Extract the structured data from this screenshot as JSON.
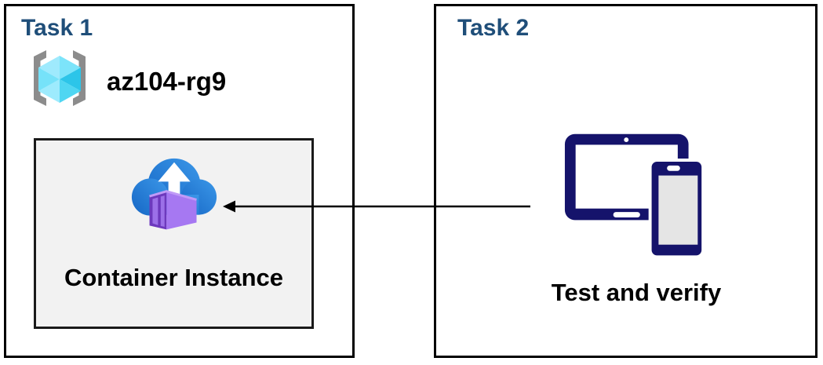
{
  "diagram": {
    "task1": {
      "title": "Task 1",
      "resource_group": {
        "icon": "resource-group-icon",
        "name": "az104-rg9"
      },
      "container_box": {
        "icon": "container-instance-icon",
        "label": "Container Instance"
      }
    },
    "task2": {
      "title": "Task 2",
      "devices": {
        "icon": "devices-icon",
        "label": "Test and verify"
      }
    },
    "arrow": {
      "name": "arrow-devices-to-container-instance",
      "direction": "left"
    },
    "colors": {
      "task_title_blue": "#1F4E79",
      "box_border": "#000000",
      "inner_box_bg": "#F2F2F2",
      "device_navy": "#15136B",
      "phone_screen_gray": "#E5E5E5",
      "cloud_blue_light": "#3B97E8",
      "cloud_blue_dark": "#1667C5",
      "container_purple_frame": "#6D39BD",
      "container_purple_panel": "#9C70E8",
      "container_purple_side": "#A678F2",
      "container_purple_topline": "#C09AF7",
      "rg_bracket_gray": "#8C8C8C",
      "rg_cube_c1": "#9FEAFD",
      "rg_cube_c2": "#7CE4FA",
      "rg_cube_c3": "#2CC5E9",
      "rg_cube_c4": "#4FD6F2",
      "rg_cube_c5": "#9DEBFD",
      "rg_cube_c6": "#76E2F9"
    }
  }
}
